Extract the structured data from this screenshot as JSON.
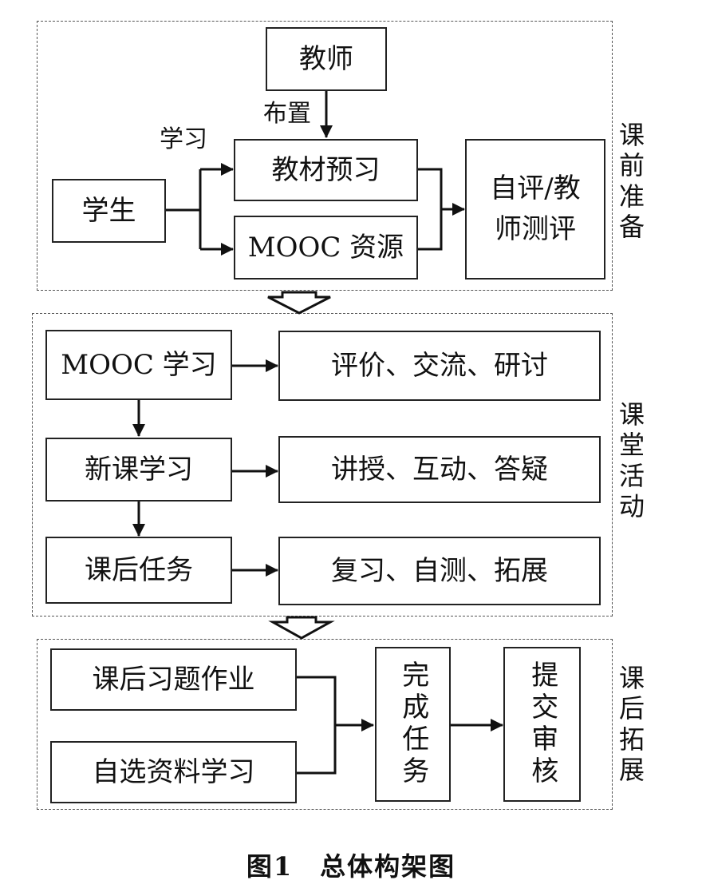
{
  "sections": {
    "pre_class": "课前准备",
    "in_class": "课堂活动",
    "after_class": "课后拓展"
  },
  "pre": {
    "teacher": "教师",
    "arrange_label": "布置",
    "study_label": "学习",
    "student": "学生",
    "textbook_preview": "教材预习",
    "mooc_resources": "MOOC 资源",
    "self_eval": "自评/教师测评"
  },
  "inclass": {
    "mooc_study": "MOOC 学习",
    "mooc_activity": "评价、交流、研讨",
    "new_lesson": "新课学习",
    "new_lesson_activity": "讲授、互动、答疑",
    "homework_task": "课后任务",
    "homework_activity": "复习、自测、拓展"
  },
  "after": {
    "exercises": "课后习题作业",
    "self_selected": "自选资料学习",
    "complete_task": "完成任务",
    "submit_review": "提交审核"
  },
  "caption": "图1　总体构架图"
}
